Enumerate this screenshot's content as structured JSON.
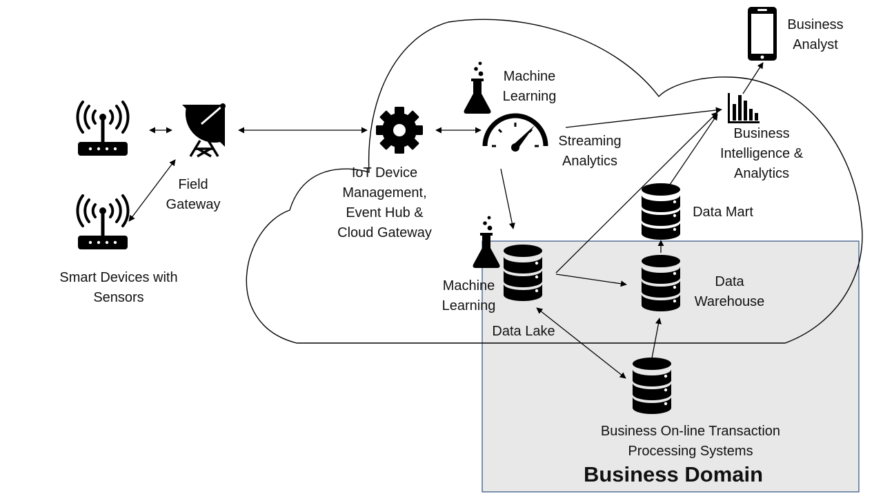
{
  "labels": {
    "smart_devices": [
      "Smart Devices with",
      "Sensors"
    ],
    "field_gateway": [
      "Field",
      "Gateway"
    ],
    "iot_hub": [
      "IoT Device",
      "Management,",
      "Event Hub &",
      "Cloud Gateway"
    ],
    "ml_top": [
      "Machine",
      "Learning"
    ],
    "streaming": [
      "Streaming",
      "Analytics"
    ],
    "bi": [
      "Business",
      "Intelligence &",
      "Analytics"
    ],
    "analyst": [
      "Business",
      "Analyst"
    ],
    "data_mart": "Data Mart",
    "ml_lake": [
      "Machine",
      "Learning"
    ],
    "data_lake": "Data Lake",
    "warehouse": [
      "Data",
      "Warehouse"
    ],
    "oltp": [
      "Business On-line Transaction",
      "Processing Systems"
    ],
    "domain": "Business Domain"
  },
  "icons": [
    "router-icon",
    "satellite-dish-icon",
    "gear-icon",
    "flask-icon",
    "speedometer-icon",
    "database-icon",
    "bar-chart-icon",
    "smartphone-icon"
  ],
  "colors": {
    "line": "#000000",
    "domain_fill": "#e8e8e8",
    "domain_border": "#2f4f7f"
  }
}
